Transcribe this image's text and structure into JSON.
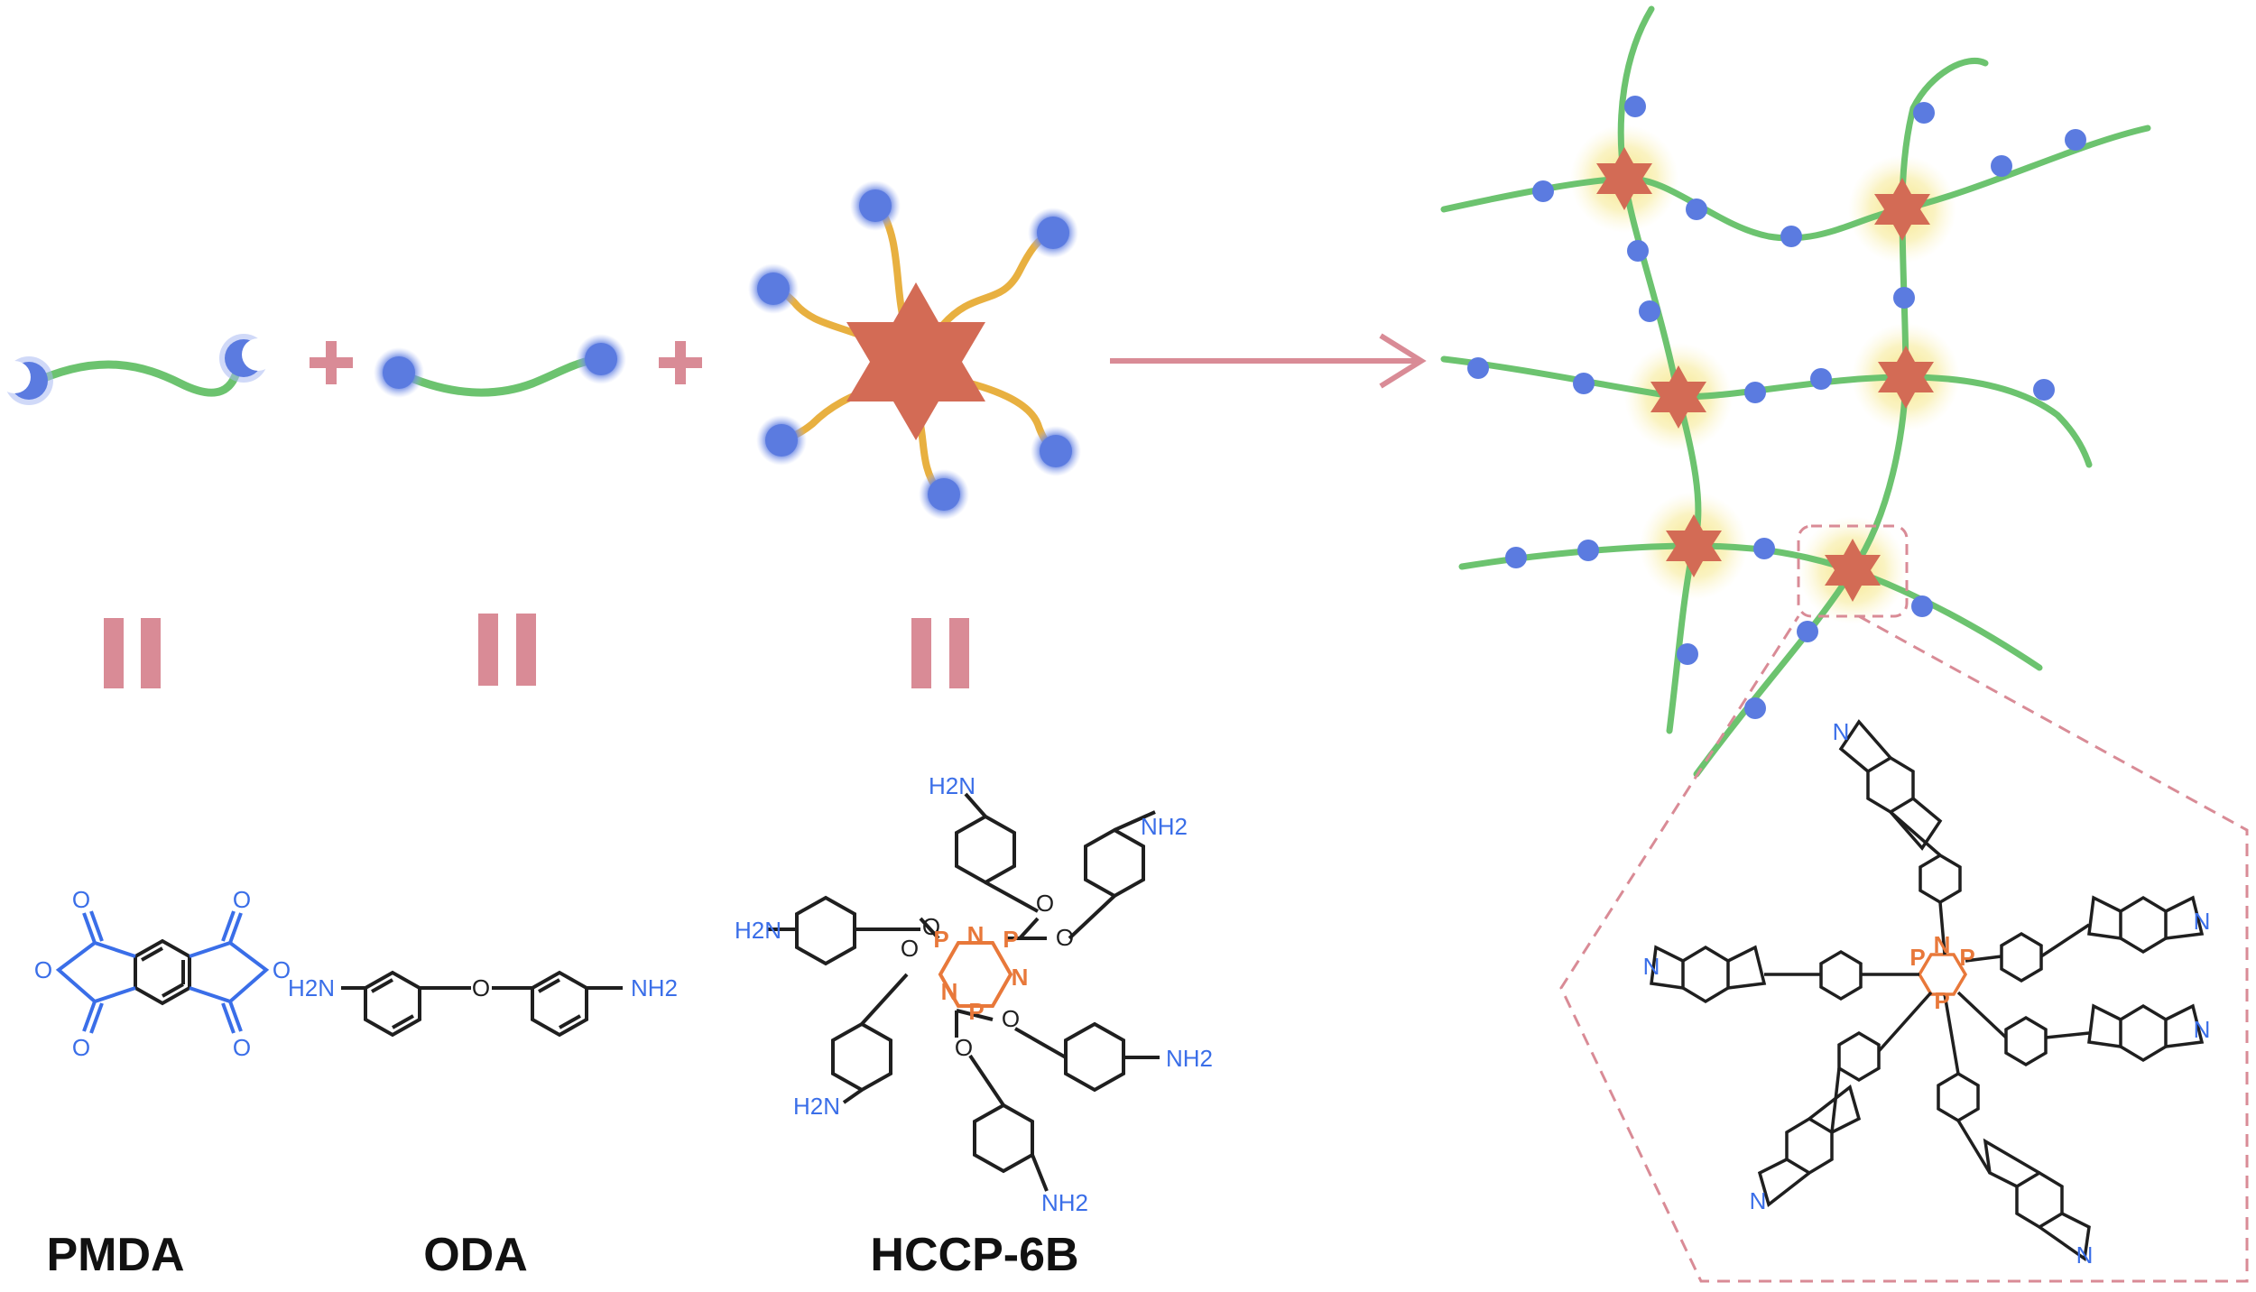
{
  "labels": {
    "pmda": "PMDA",
    "oda": "ODA",
    "hccp": "HCCP-6B"
  },
  "atoms": {
    "oxygen": "O",
    "nitrogen": "N",
    "phosphorus": "P",
    "amine_right": "NH2",
    "amine_left": "H2N"
  },
  "colors": {
    "chain": "#6cc36f",
    "end_group": "#5b7be0",
    "core": "#d36b55",
    "arm": "#e8b040",
    "symbol": "#d98b96",
    "glow": "#f5e37a",
    "blue_atom": "#3a6ee8",
    "orange_atom": "#e8783a"
  }
}
